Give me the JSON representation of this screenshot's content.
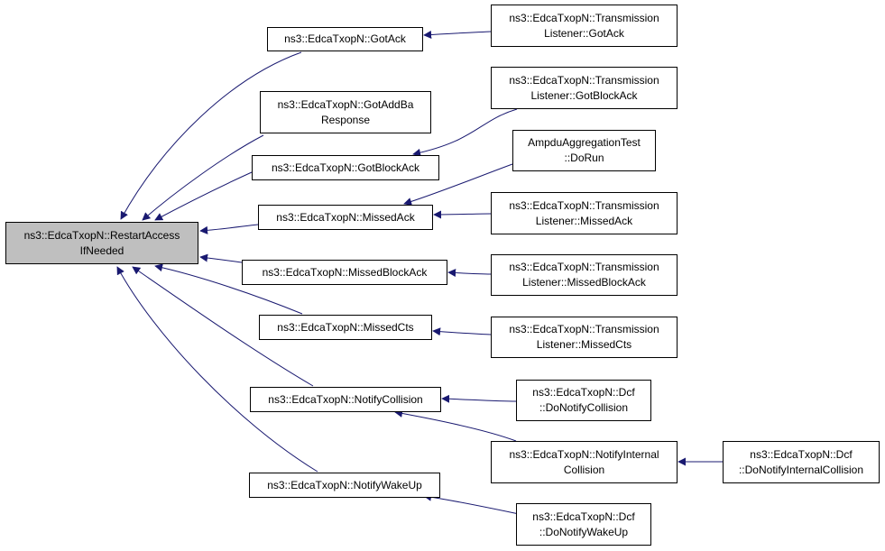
{
  "diagram": {
    "type": "call-graph",
    "colors": {
      "edge": "#191970",
      "node_border": "#000000",
      "node_fill": "#ffffff",
      "root_fill": "#bfbfbf"
    },
    "nodes": {
      "restart": "ns3::EdcaTxopN::RestartAccess\nIfNeeded",
      "gotack": "ns3::EdcaTxopN::GotAck",
      "gotaddba": "ns3::EdcaTxopN::GotAddBa\nResponse",
      "gotblockack": "ns3::EdcaTxopN::GotBlockAck",
      "missedack": "ns3::EdcaTxopN::MissedAck",
      "missedblockack": "ns3::EdcaTxopN::MissedBlockAck",
      "missedcts": "ns3::EdcaTxopN::MissedCts",
      "notifycollision": "ns3::EdcaTxopN::NotifyCollision",
      "notifywakeup": "ns3::EdcaTxopN::NotifyWakeUp",
      "tl_gotack": "ns3::EdcaTxopN::Transmission\nListener::GotAck",
      "tl_gotblockack": "ns3::EdcaTxopN::Transmission\nListener::GotBlockAck",
      "ampdu": "AmpduAggregationTest\n::DoRun",
      "tl_missedack": "ns3::EdcaTxopN::Transmission\nListener::MissedAck",
      "tl_missedblockack": "ns3::EdcaTxopN::Transmission\nListener::MissedBlockAck",
      "tl_missedcts": "ns3::EdcaTxopN::Transmission\nListener::MissedCts",
      "dcf_donotifycollision": "ns3::EdcaTxopN::Dcf\n::DoNotifyCollision",
      "notifyinternalcollision": "ns3::EdcaTxopN::NotifyInternal\nCollision",
      "dcf_donotifyinternalcollision": "ns3::EdcaTxopN::Dcf\n::DoNotifyInternalCollision",
      "dcf_donotifywakeup": "ns3::EdcaTxopN::Dcf\n::DoNotifyWakeUp"
    },
    "edges": [
      {
        "from": "gotack",
        "to": "restart"
      },
      {
        "from": "gotaddba",
        "to": "restart"
      },
      {
        "from": "gotblockack",
        "to": "restart"
      },
      {
        "from": "missedack",
        "to": "restart"
      },
      {
        "from": "missedblockack",
        "to": "restart"
      },
      {
        "from": "missedcts",
        "to": "restart"
      },
      {
        "from": "notifycollision",
        "to": "restart"
      },
      {
        "from": "notifywakeup",
        "to": "restart"
      },
      {
        "from": "tl_gotack",
        "to": "gotack"
      },
      {
        "from": "tl_gotblockack",
        "to": "gotblockack"
      },
      {
        "from": "ampdu",
        "to": "missedack"
      },
      {
        "from": "tl_missedack",
        "to": "missedack"
      },
      {
        "from": "tl_missedblockack",
        "to": "missedblockack"
      },
      {
        "from": "tl_missedcts",
        "to": "missedcts"
      },
      {
        "from": "dcf_donotifycollision",
        "to": "notifycollision"
      },
      {
        "from": "notifyinternalcollision",
        "to": "notifycollision"
      },
      {
        "from": "dcf_donotifyinternalcollision",
        "to": "notifyinternalcollision"
      },
      {
        "from": "dcf_donotifywakeup",
        "to": "notifywakeup"
      }
    ]
  }
}
